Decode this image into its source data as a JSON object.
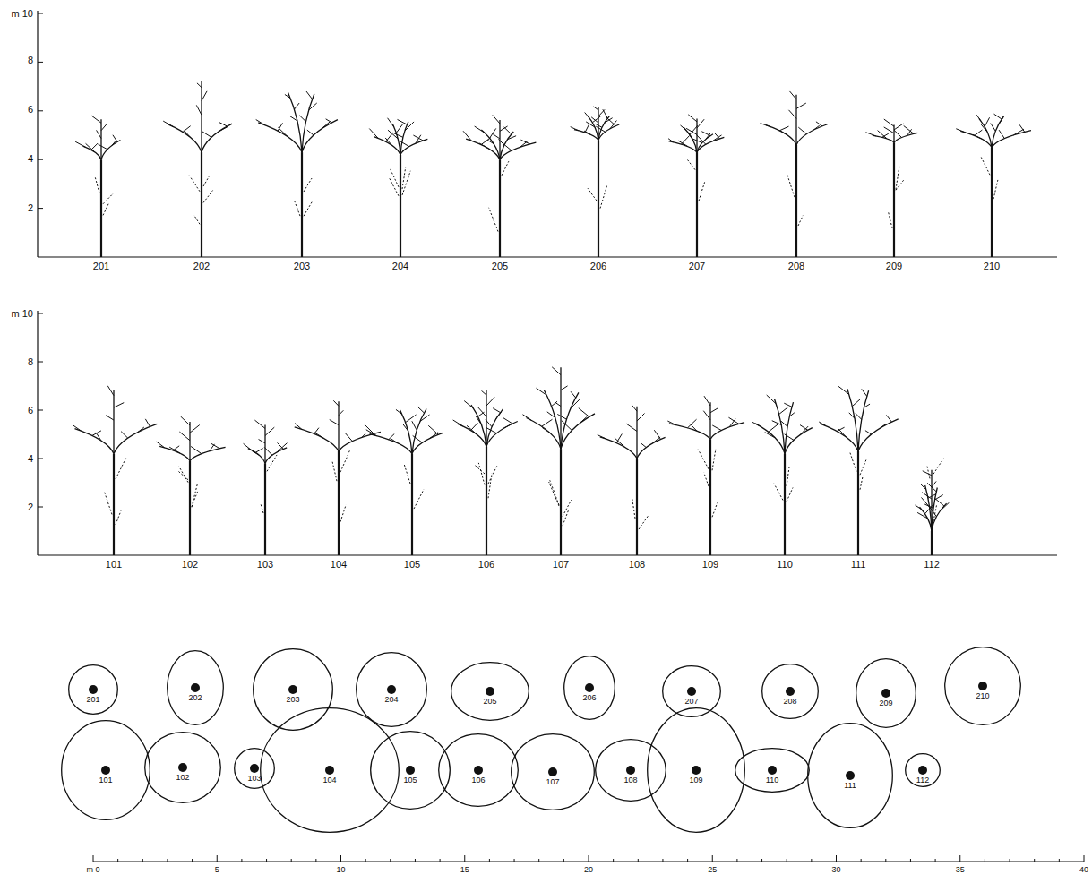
{
  "diagram": {
    "nodes": [
      {
        "text": [
          "201"
        ]
      },
      {
        "text": [
          "202"
        ]
      },
      {
        "text": [
          "203"
        ]
      },
      {
        "text": [
          "204"
        ]
      },
      {
        "text": [
          "205"
        ]
      },
      {
        "text": [
          "206"
        ]
      },
      {
        "text": [
          "207"
        ]
      },
      {
        "text": [
          "208"
        ]
      },
      {
        "text": [
          "209"
        ]
      },
      {
        "text": [
          "210"
        ]
      },
      {
        "text": [
          "101"
        ]
      },
      {
        "text": [
          "102"
        ]
      },
      {
        "text": [
          "103"
        ]
      },
      {
        "text": [
          "104"
        ]
      },
      {
        "text": [
          "105"
        ]
      },
      {
        "text": [
          "106"
        ]
      },
      {
        "text": [
          "107"
        ]
      },
      {
        "text": [
          "108"
        ]
      },
      {
        "text": [
          "109"
        ]
      },
      {
        "text": [
          "110"
        ]
      },
      {
        "text": [
          "111"
        ]
      },
      {
        "text": [
          "112"
        ]
      }
    ],
    "labels": [
      "m 10",
      "8",
      "6",
      "4",
      "2",
      "201",
      "202",
      "203",
      "204",
      "205",
      "206",
      "207",
      "208",
      "209",
      "210",
      "m 10",
      "8",
      "6",
      "4",
      "2",
      "101",
      "102",
      "103",
      "104",
      "105",
      "106",
      "107",
      "108",
      "109",
      "110",
      "111",
      "112",
      "m 0",
      "5",
      "10",
      "15",
      "20",
      "25",
      "30",
      "35",
      "40"
    ]
  }
}
